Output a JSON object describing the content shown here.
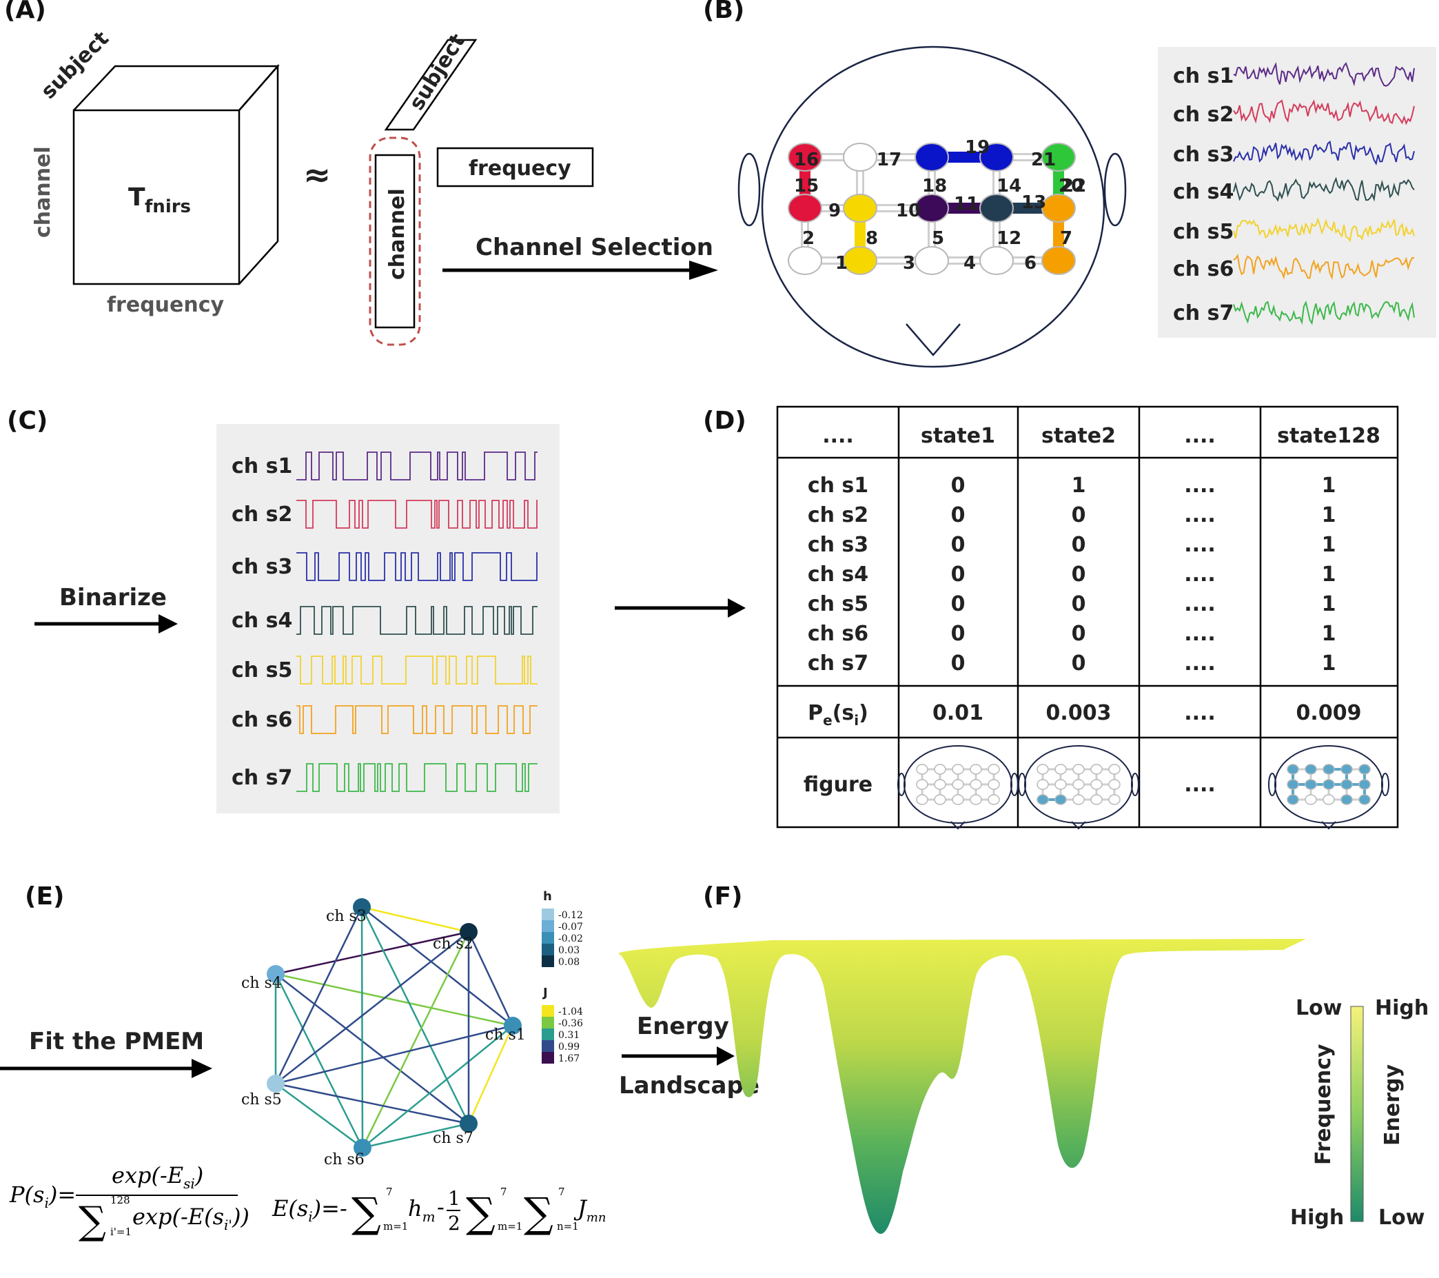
{
  "panels": {
    "a": {
      "letter": "(A)",
      "tensor_symbol": "T",
      "tensor_sub": "fnirs",
      "axis_subject": "subject",
      "axis_channel": "channel",
      "axis_frequency": "frequency",
      "approx": "≈",
      "factor_subject": "subject",
      "factor_channel": "channel",
      "factor_frequency": "frequecy",
      "arrow_label": "Channel Selection"
    },
    "b": {
      "letter": "(B)",
      "channel_numbers": [
        "1",
        "2",
        "3",
        "4",
        "5",
        "6",
        "7",
        "8",
        "9",
        "10",
        "11",
        "12",
        "13",
        "14",
        "15",
        "16",
        "17",
        "18",
        "19",
        "20",
        "21",
        "22"
      ],
      "series": [
        {
          "label": "ch s1",
          "color": "#5b2a86"
        },
        {
          "label": "ch s2",
          "color": "#d43a5a"
        },
        {
          "label": "ch s3",
          "color": "#2a2fa8"
        },
        {
          "label": "ch s4",
          "color": "#2f4f4f"
        },
        {
          "label": "ch s5",
          "color": "#f2d22e"
        },
        {
          "label": "ch s6",
          "color": "#f2a21e"
        },
        {
          "label": "ch s7",
          "color": "#3cb84a"
        }
      ]
    },
    "c": {
      "letter": "(C)",
      "arrow_label": "Binarize",
      "series": [
        "ch s1",
        "ch s2",
        "ch s3",
        "ch s4",
        "ch s5",
        "ch s6",
        "ch s7"
      ]
    },
    "d": {
      "letter": "(D)",
      "header": [
        "....",
        "state1",
        "state2",
        "....",
        "state128"
      ],
      "row_labels": [
        "ch s1",
        "ch s2",
        "ch s3",
        "ch s4",
        "ch s5",
        "ch s6",
        "ch s7"
      ],
      "state1": [
        "0",
        "0",
        "0",
        "0",
        "0",
        "0",
        "0"
      ],
      "state2": [
        "1",
        "0",
        "0",
        "0",
        "0",
        "0",
        "0"
      ],
      "state_dots": [
        "....",
        "....",
        "....",
        "....",
        "....",
        "....",
        "...."
      ],
      "state128": [
        "1",
        "1",
        "1",
        "1",
        "1",
        "1",
        "1"
      ],
      "prob_label_main": "P",
      "prob_label_sub": "e",
      "prob_label_arg": "(s",
      "prob_label_arg_sub": "i",
      "prob_label_close": ")",
      "prob_values": [
        "0.01",
        "0.003",
        "....",
        "0.009"
      ],
      "figure_label": "figure",
      "figure_dots": "...."
    },
    "e": {
      "letter": "(E)",
      "arrow_label": "Fit the PMEM",
      "nodes": [
        "ch s1",
        "ch s2",
        "ch s3",
        "ch s4",
        "ch s5",
        "ch s6",
        "ch s7"
      ],
      "legend_h_title": "h",
      "legend_h": [
        "-0.12",
        "-0.07",
        "-0.02",
        "0.03",
        "0.08"
      ],
      "legend_h_colors": [
        "#9ecae1",
        "#6baed6",
        "#3a8fb7",
        "#1d5f80",
        "#0d2f45"
      ],
      "legend_j_title": "J",
      "legend_j": [
        "-1.04",
        "-0.36",
        "0.31",
        "0.99",
        "1.67"
      ],
      "legend_j_colors": [
        "#f4e61e",
        "#7ac943",
        "#2a9d8f",
        "#2f4b8a",
        "#3b0f4f"
      ],
      "formula_p_lhs": "P(s",
      "formula_p_lhs_sub": "i",
      "formula_p_lhs_close": ")=",
      "formula_p_num": "exp(-E",
      "formula_p_num_sub": "si",
      "formula_p_num_close": ")",
      "formula_p_den_sum": "∑",
      "formula_p_den_top": "128",
      "formula_p_den_bottom": "i'=1",
      "formula_p_den_body": "exp(-E(s",
      "formula_p_den_sub": "i'",
      "formula_p_den_close": "))",
      "formula_e_lhs": "E(s",
      "formula_e_lhs_sub": "i",
      "formula_e_lhs_close": ")=-",
      "formula_e_sum1": "∑",
      "formula_e_sum1_top": "7",
      "formula_e_sum1_bottom": "m=1",
      "formula_e_h": "h",
      "formula_e_h_sub": "m",
      "formula_e_minus_half": "-",
      "formula_e_half_num": "1",
      "formula_e_half_den": "2",
      "formula_e_sum2": "∑",
      "formula_e_sum2_top": "7",
      "formula_e_sum2_bottom": "m=1",
      "formula_e_sum3": "∑",
      "formula_e_sum3_top": "7",
      "formula_e_sum3_bottom": "n=1",
      "formula_e_j": "J",
      "formula_e_j_sub": "mn"
    },
    "f": {
      "letter": "(F)",
      "arrow_label_line1": "Energy",
      "arrow_label_line2": "Landscape",
      "left_top": "Low",
      "left_bottom": "High",
      "left_title": "Frequency",
      "right_top": "High",
      "right_bottom": "Low",
      "right_title": "Energy"
    }
  }
}
